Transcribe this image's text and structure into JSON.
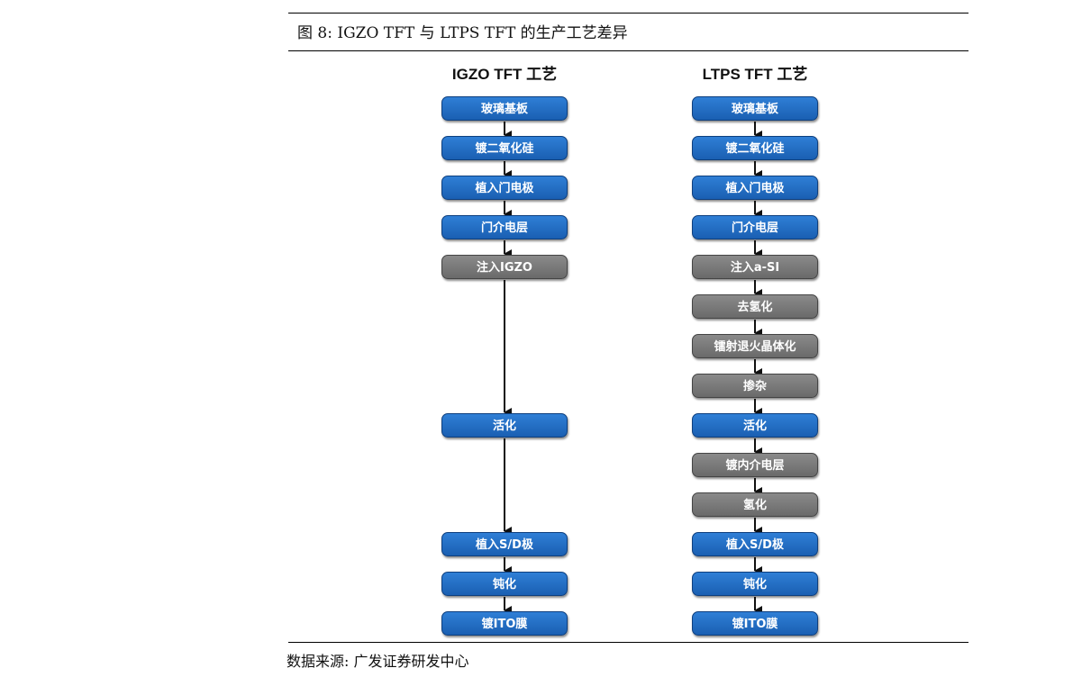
{
  "figure_title": "图 8:  IGZO TFT 与 LTPS TFT 的生产工艺差异",
  "source_note": "数据来源:  广发证券研发中心",
  "colors": {
    "process_blue": "#1f6cc4",
    "process_gray": "#7a7a7a"
  },
  "igzo": {
    "title": "IGZO TFT  工艺",
    "steps": [
      {
        "label": "玻璃基板",
        "color": "blue"
      },
      {
        "label": "镀二氧化硅",
        "color": "blue"
      },
      {
        "label": "植入门电极",
        "color": "blue"
      },
      {
        "label": "门介电层",
        "color": "blue"
      },
      {
        "label": "注入IGZO",
        "color": "gray"
      },
      {
        "label": "活化",
        "color": "blue"
      },
      {
        "label": "植入S/D极",
        "color": "blue"
      },
      {
        "label": "钝化",
        "color": "blue"
      },
      {
        "label": "镀ITO膜",
        "color": "blue"
      }
    ]
  },
  "ltps": {
    "title": "LTPS TFT  工艺",
    "steps": [
      {
        "label": "玻璃基板",
        "color": "blue"
      },
      {
        "label": "镀二氧化硅",
        "color": "blue"
      },
      {
        "label": "植入门电极",
        "color": "blue"
      },
      {
        "label": "门介电层",
        "color": "blue"
      },
      {
        "label": "注入a-SI",
        "color": "gray"
      },
      {
        "label": "去氢化",
        "color": "gray"
      },
      {
        "label": "镭射退火晶体化",
        "color": "gray"
      },
      {
        "label": "掺杂",
        "color": "gray"
      },
      {
        "label": "活化",
        "color": "blue"
      },
      {
        "label": "镀内介电层",
        "color": "gray"
      },
      {
        "label": "氢化",
        "color": "gray"
      },
      {
        "label": "植入S/D极",
        "color": "blue"
      },
      {
        "label": "钝化",
        "color": "blue"
      },
      {
        "label": "镀ITO膜",
        "color": "blue"
      }
    ]
  }
}
